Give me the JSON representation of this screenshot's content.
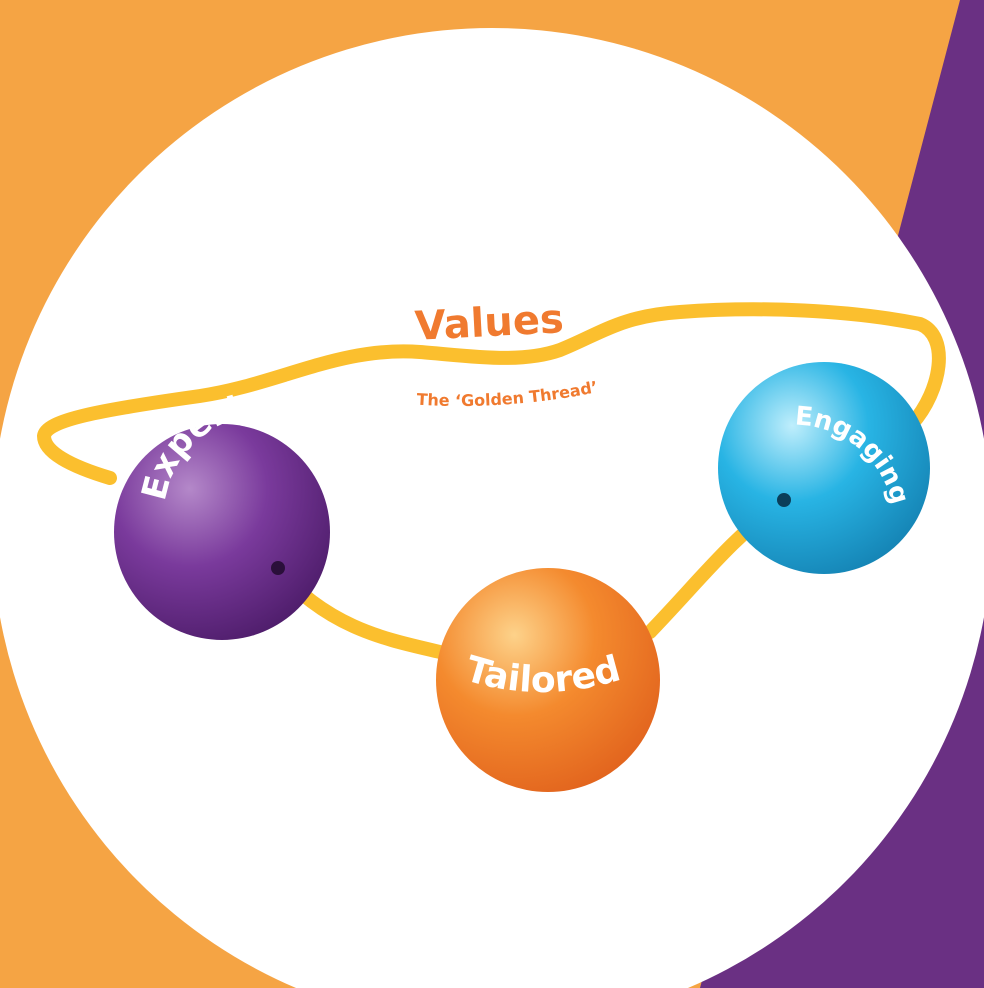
{
  "diagram": {
    "title": "Values",
    "subtitle": "The ‘Golden Thread’",
    "nodes": [
      {
        "id": "expert",
        "label": "Expert",
        "color": "#6a2c8a"
      },
      {
        "id": "tailored",
        "label": "Tailored",
        "color": "#f07a2f"
      },
      {
        "id": "engaging",
        "label": "Engaging",
        "color": "#1aa3d6"
      }
    ]
  },
  "colors": {
    "orange_background": "#f5a444",
    "purple_background": "#6a3083",
    "circle": "#ffffff",
    "thread": "#fbbf2e",
    "text_accent": "#f07a2f"
  }
}
